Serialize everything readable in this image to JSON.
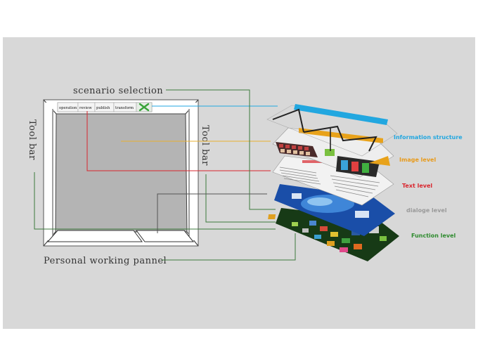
{
  "labels": {
    "scenario_selection": "scenario selection",
    "tool_bar_left": "Tool bar",
    "tool_bar_right": "Tool bar",
    "personal_working_panel": "Personal working pannel"
  },
  "tabs": [
    "operation",
    "review",
    "publish",
    "transform"
  ],
  "levels": [
    {
      "label": "Information structure",
      "color": "#22a7e0"
    },
    {
      "label": "Image level",
      "color": "#e89a1a"
    },
    {
      "label": "Text level",
      "color": "#d9262e"
    },
    {
      "label": "dialoge level",
      "color": "#9a9a9a"
    },
    {
      "label": "Function level",
      "color": "#2e8b2e"
    }
  ],
  "colors": {
    "background": "#d8d8d8",
    "green_connector": "#3c7a3c",
    "blue": "#22a7e0",
    "orange": "#e8b030",
    "red": "#d9262e",
    "gray": "#777777"
  }
}
